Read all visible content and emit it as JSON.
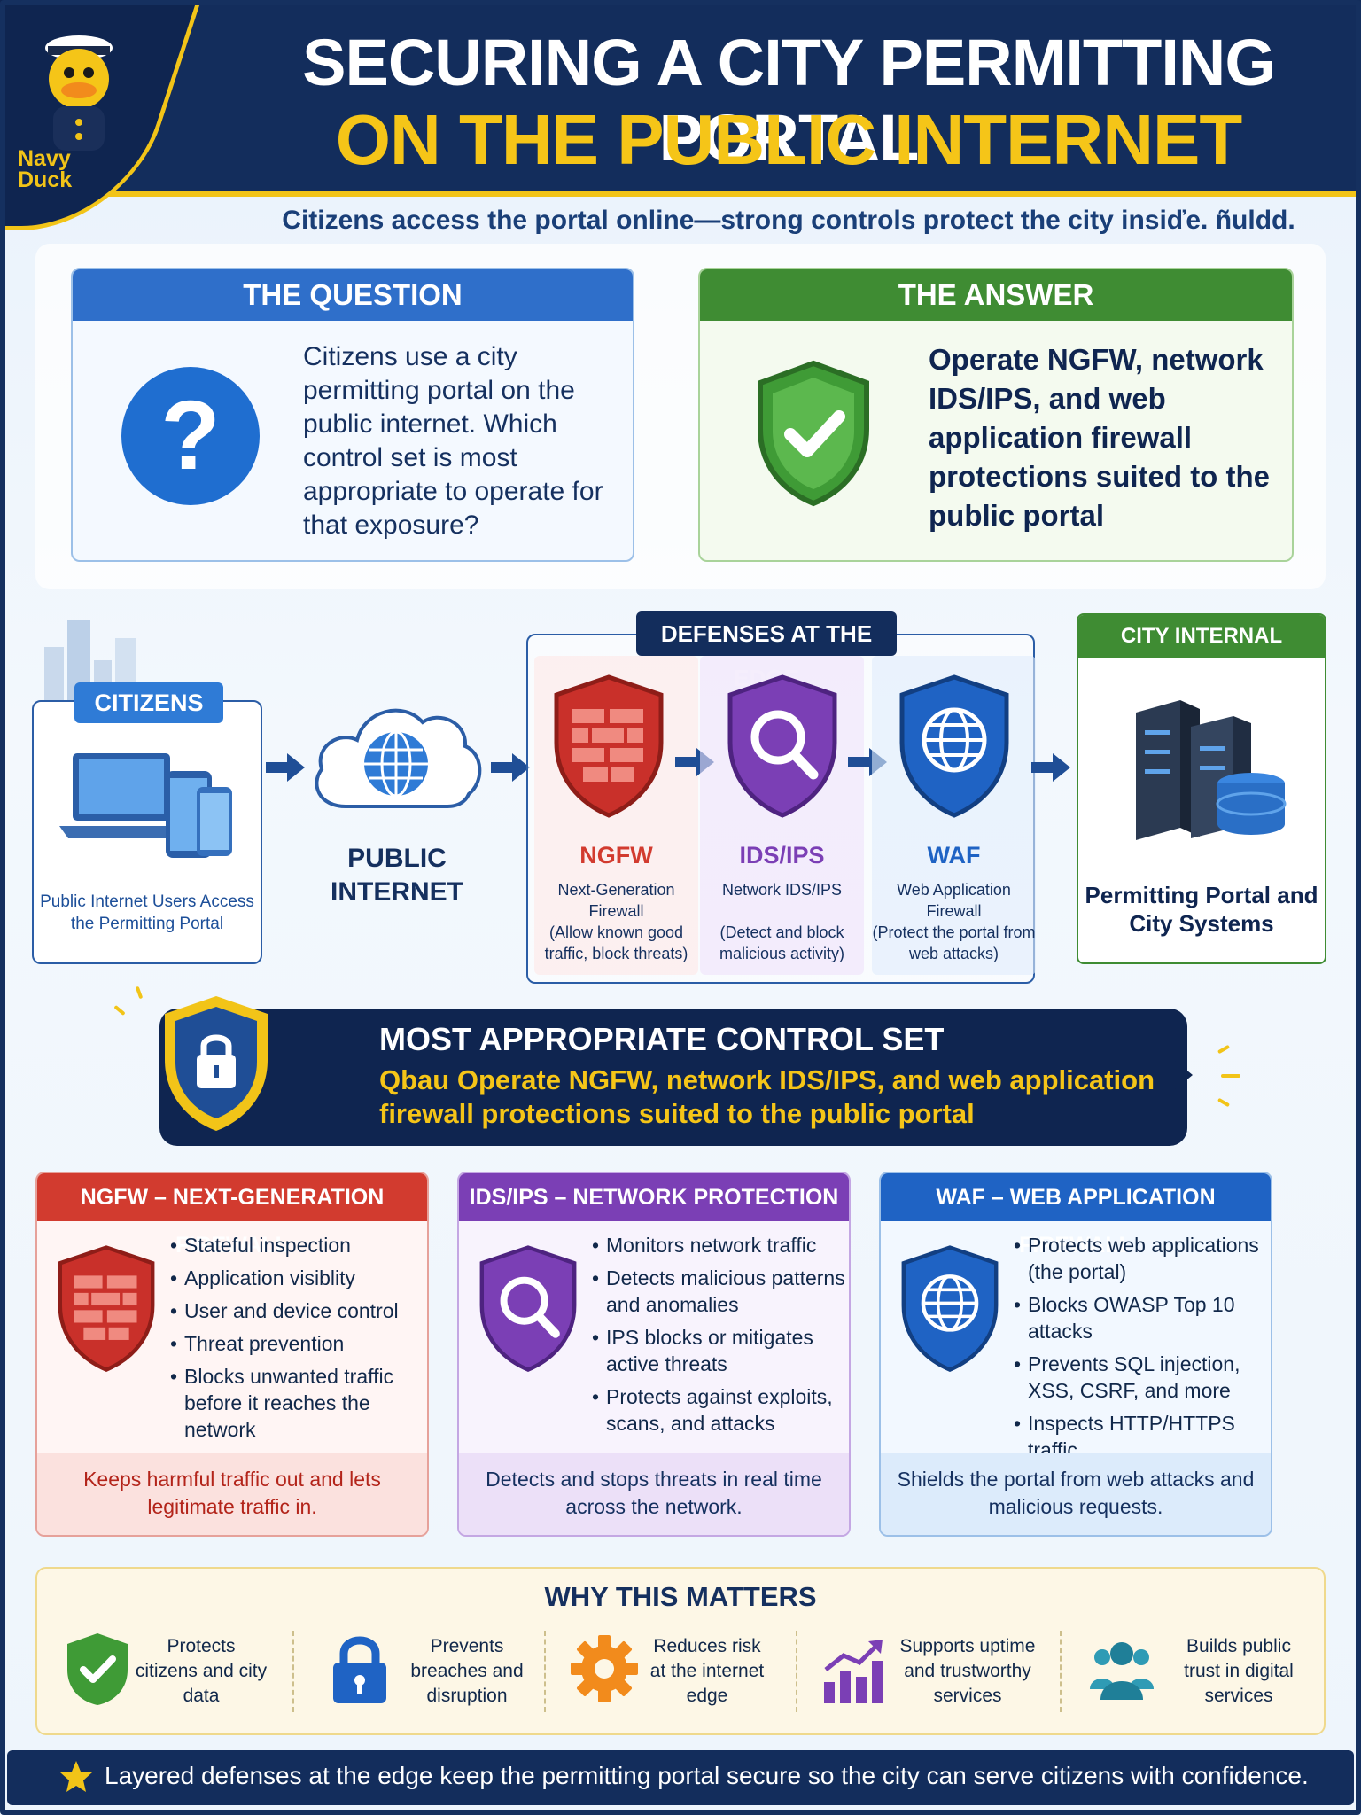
{
  "header": {
    "logo_text": "Navy Duck",
    "title_line1": "SECURING A CITY PERMITTING PORTAL",
    "title_line2": "ON THE PUBLIC INTERNET",
    "subtitle": "Citizens access the portal online—strong controls protect the city insiďe. ñuldd."
  },
  "question": {
    "heading": "THE QUESTION",
    "icon": "question-icon",
    "text": "Citizens use a city permitting portal on the public internet. Which control set is most appropriate to operate for that exposure?"
  },
  "answer": {
    "heading": "THE ANSWER",
    "icon": "shield-check-icon",
    "text": "Operate NGFW, network IDS/IPS, and web application firewall protections suited to the public portal"
  },
  "flow": {
    "citizens": {
      "label": "CITIZENS",
      "desc": "Public Internet Users Access the Permitting Portal"
    },
    "internet": {
      "label": "PUBLIC INTERNET"
    },
    "defenses_label": "DEFENSES AT THE EDGE",
    "defenses": [
      {
        "name": "NGFW",
        "desc1": "Next-Generation Firewall",
        "desc2": "(Allow known good traffic, block threats)",
        "color": "#d23b2f"
      },
      {
        "name": "IDS/IPS",
        "desc1": "Network IDS/IPS",
        "desc2": "(Detect and block malicious activity)",
        "color": "#7b3fb5"
      },
      {
        "name": "WAF",
        "desc1": "Web Application Firewall",
        "desc2": "(Protect the portal from web attacks)",
        "color": "#1f63c4"
      }
    ],
    "internal": {
      "label": "CITY INTERNAL NETWORK",
      "desc": "Permitting Portal and City Systems"
    }
  },
  "banner": {
    "title": "MOST APPROPRIATE CONTROL SET",
    "text": "Qbau Operate NGFW, network IDS/IPS, and web application firewall protections suited to the public portal"
  },
  "cards": [
    {
      "heading": "NGFW – NEXT-GENERATION FIREWALL",
      "items": [
        "Stateful inspection",
        "Application visiblity",
        "User and device control",
        "Threat prevention",
        "Blocks unwanted traffic before it reaches the network"
      ],
      "footer": "Keeps harmful traffic out and lets legitimate traffic in.",
      "color": "#d23b2f"
    },
    {
      "heading": "IDS/IPS – NETWORK PROTECTION",
      "items": [
        "Monitors network traffic",
        "Detects malicious patterns and anomalies",
        "IPS blocks or mitigates active threats",
        "Protects against exploits, scans, and attacks"
      ],
      "footer": "Detects and stops threats in real time across the network.",
      "color": "#7b3fb5"
    },
    {
      "heading": "WAF – WEB APPLICATION FIREWALL",
      "items": [
        "Protects web applications (the portal)",
        "Blocks OWASP Top 10 attacks",
        "Prevents SQL injection, XSS, CSRF, and more",
        "Inspects HTTP/HTTPS traffic"
      ],
      "footer": "Shields the portal from web attacks and malicious requests.",
      "color": "#1f63c4"
    }
  ],
  "why": {
    "title": "WHY THIS MATTERS",
    "items": [
      {
        "icon": "shield-check-icon",
        "text": "Protects citizens and city data"
      },
      {
        "icon": "lock-icon",
        "text": "Prevents breaches and disruption"
      },
      {
        "icon": "gear-icon",
        "text": "Reduces risk at the internet edge"
      },
      {
        "icon": "chart-up-icon",
        "text": "Supports uptime and trustworthy services"
      },
      {
        "icon": "people-icon",
        "text": "Builds public trust in digital services"
      }
    ]
  },
  "footer": {
    "text": "Layered defenses at the edge keep the permitting portal secure so the city can serve citizens with confidence."
  }
}
